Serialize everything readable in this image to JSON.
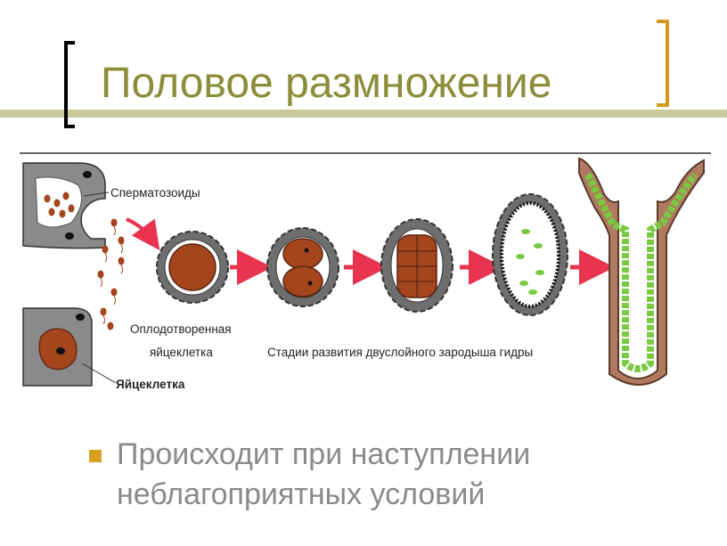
{
  "slide": {
    "title": "Половое размножение",
    "bullet_text": "Происходит при  наступлении неблагоприятных условий"
  },
  "diagram": {
    "labels": {
      "sperm": "Сперматозоиды",
      "fertilized_line1": "Оплодотворенная",
      "fertilized_line2": "яйцеклетка",
      "stages": "Стадии развития двуслойного зародыша гидры",
      "egg": "Яйцеклетка"
    }
  },
  "colors": {
    "title": "#8c8c3a",
    "accent_bar": "#c9c99a",
    "bullet": "#d6a21f",
    "arrow": "#e8344e",
    "embryo_shell": "#6e6e6e",
    "cell_brown": "#a4451e",
    "endoderm_green": "#7ac943"
  }
}
